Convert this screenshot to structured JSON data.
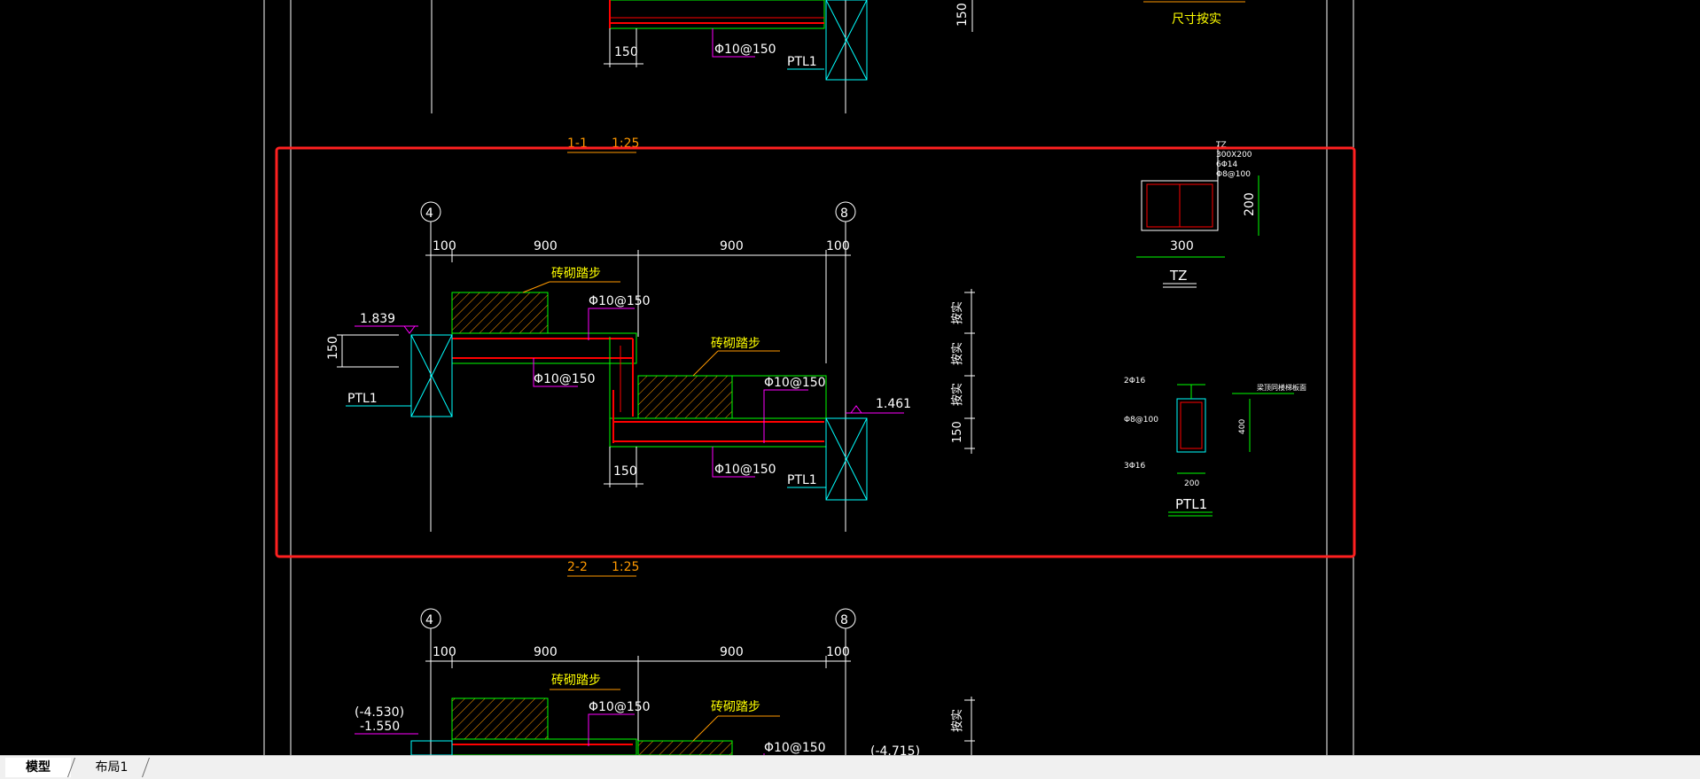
{
  "tabs": {
    "model": "模型",
    "layout": "布局1"
  },
  "colors": {
    "background": "#000000",
    "highlight": "#ff2020",
    "dim": "#ffffff",
    "rebar": "#ff0000",
    "leader": "#ff00ff",
    "text_yellow": "#ffff00",
    "column": "#00ffff",
    "hatch": "#ff9900",
    "green": "#00ff00"
  },
  "drawing": {
    "sec11": {
      "title": "1-1",
      "scale": "1:25"
    },
    "sec22": {
      "title": "2-2",
      "scale": "1:25"
    },
    "size_note": "尺寸按实",
    "grid_a": "4",
    "grid_b": "8",
    "dim_100": "100",
    "dim_900": "900",
    "dim_150": "150",
    "brick_step": "砖砌踏步",
    "rebar_label": "Φ10@150",
    "rebar_label_alt": "φ10@150",
    "level_1": "1.839",
    "level_2": "1.461",
    "level_3": "(-4.530)",
    "level_4": "-1.550",
    "level_5": "(-4.715)",
    "ptl1": "PTL1",
    "tz": "TZ",
    "tz_spec_1": "TZ",
    "tz_spec_2": "300X200",
    "tz_spec_3": "6Φ14",
    "tz_spec_4": "Φ8@100",
    "tz_w": "300",
    "tz_h": "200",
    "ptl_top": "2Φ16",
    "ptl_stir": "Φ8@100",
    "ptl_bot": "3Φ16",
    "ptl_w": "200",
    "ptl_h": "400",
    "ptl_note": "梁顶同楼梯板面",
    "as_built": "按实"
  }
}
